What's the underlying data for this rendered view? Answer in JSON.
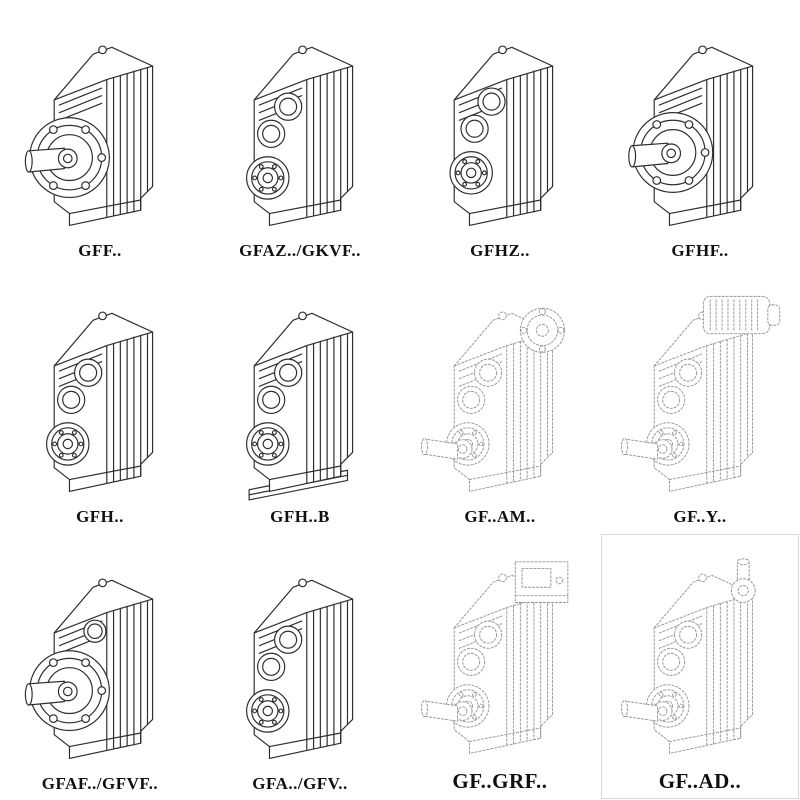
{
  "page": {
    "background": "#ffffff",
    "line_color_solid": "#2e2e2e",
    "line_color_dashed": "#949494"
  },
  "catalog": {
    "items": [
      {
        "label": "GFF..",
        "drawing": "flange-mounted-gear-reducer",
        "line_style": "solid"
      },
      {
        "label": "GFAZ../GKVF..",
        "drawing": "hollow-shaft-gear-reducer",
        "line_style": "solid"
      },
      {
        "label": "GFHZ..",
        "drawing": "hollow-shaft-gear-reducer",
        "line_style": "solid"
      },
      {
        "label": "GFHF..",
        "drawing": "flange-mounted-gear-reducer",
        "line_style": "solid"
      },
      {
        "label": "GFH..",
        "drawing": "foot-mounted-gear-reducer",
        "line_style": "solid"
      },
      {
        "label": "GFH..B",
        "drawing": "foot-mounted-gear-reducer-base",
        "line_style": "solid"
      },
      {
        "label": "GF..AM..",
        "drawing": "gear-reducer-motor-adapter-flange",
        "line_style": "dashed"
      },
      {
        "label": "GF..Y..",
        "drawing": "gear-reducer-with-motor",
        "line_style": "dashed"
      },
      {
        "label": "GFAF../GFVF..",
        "drawing": "flange-mounted-gear-reducer",
        "line_style": "solid"
      },
      {
        "label": "GFA../GFV..",
        "drawing": "hollow-shaft-gear-reducer",
        "line_style": "solid"
      },
      {
        "label": "GF..GRF..",
        "drawing": "gear-reducer-top-adapter-box",
        "line_style": "dashed"
      },
      {
        "label": "GF..AD..",
        "drawing": "gear-reducer-input-shaft-adapter",
        "line_style": "dashed"
      }
    ]
  }
}
